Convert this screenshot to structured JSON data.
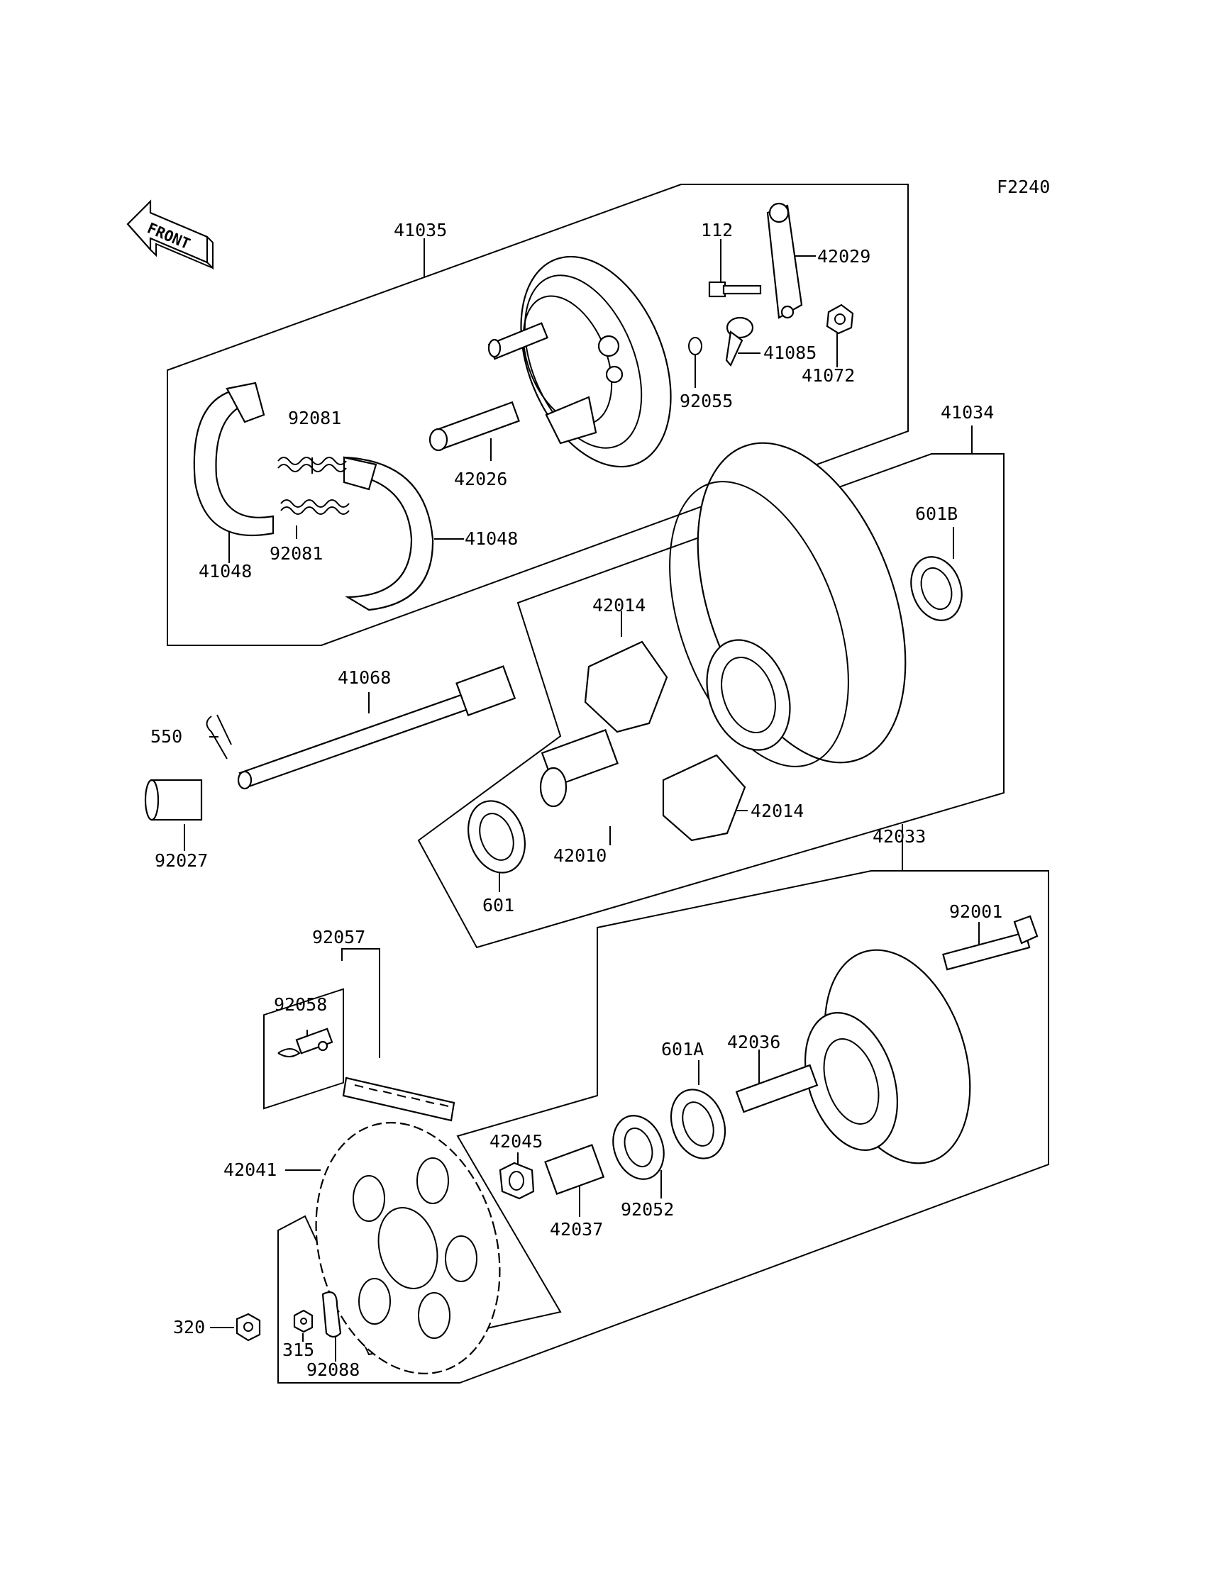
{
  "figure_code": "F2240",
  "front_label": "FRONT",
  "callouts": {
    "c41035": "41035",
    "c112": "112",
    "c42029": "42029",
    "c41085": "41085",
    "c41072": "41072",
    "c92055": "92055",
    "c41034": "41034",
    "c92081a": "92081",
    "c92081b": "92081",
    "c42026": "42026",
    "c41048a": "41048",
    "c41048b": "41048",
    "c601B": "601B",
    "c42014a": "42014",
    "c42014b": "42014",
    "c41068": "41068",
    "c550": "550",
    "c92027": "92027",
    "c42010": "42010",
    "c601": "601",
    "c42033": "42033",
    "c92001": "92001",
    "c92057": "92057",
    "c92058": "92058",
    "c601A": "601A",
    "c42036": "42036",
    "c42045": "42045",
    "c42041": "42041",
    "c42037": "42037",
    "c92052": "92052",
    "c320": "320",
    "c315": "315",
    "c92088": "92088"
  }
}
